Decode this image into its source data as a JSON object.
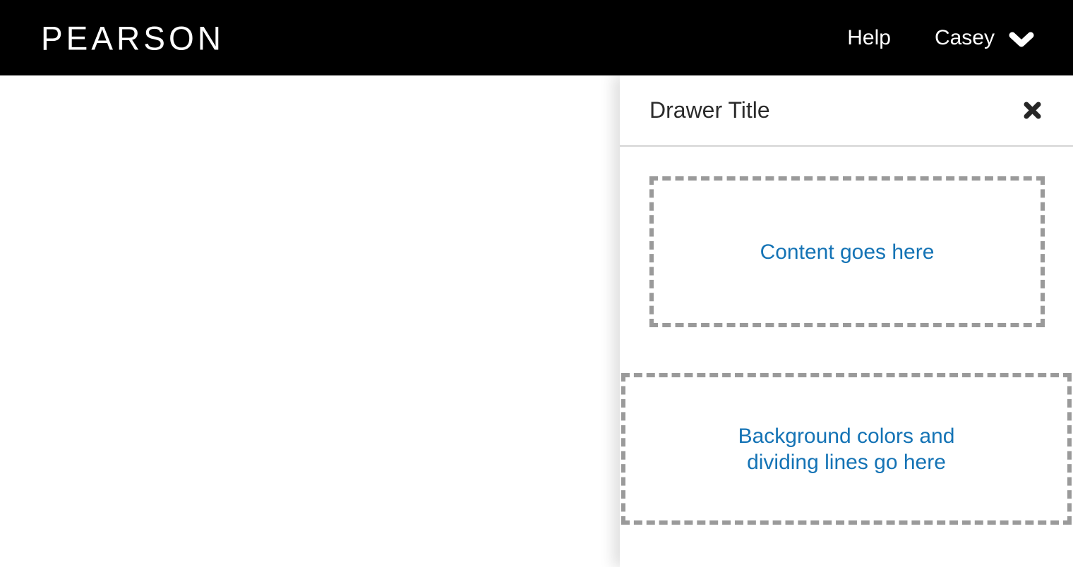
{
  "header": {
    "logo_text": "PEARSON",
    "help_label": "Help",
    "user_name": "Casey",
    "bg_color": "#000000",
    "text_color": "#ffffff"
  },
  "drawer": {
    "title": "Drawer Title",
    "content_box": {
      "label": "Content goes here"
    },
    "background_box": {
      "line1": "Background colors and",
      "line2": "dividing lines go here"
    },
    "accent_color": "#1473b5",
    "dash_border_color": "#9a9a9a",
    "divider_color": "#d4d4d4",
    "title_color": "#2b2b2b"
  },
  "icons": {
    "close": "close-icon",
    "user_menu_chevron": "chevron-down-icon"
  }
}
